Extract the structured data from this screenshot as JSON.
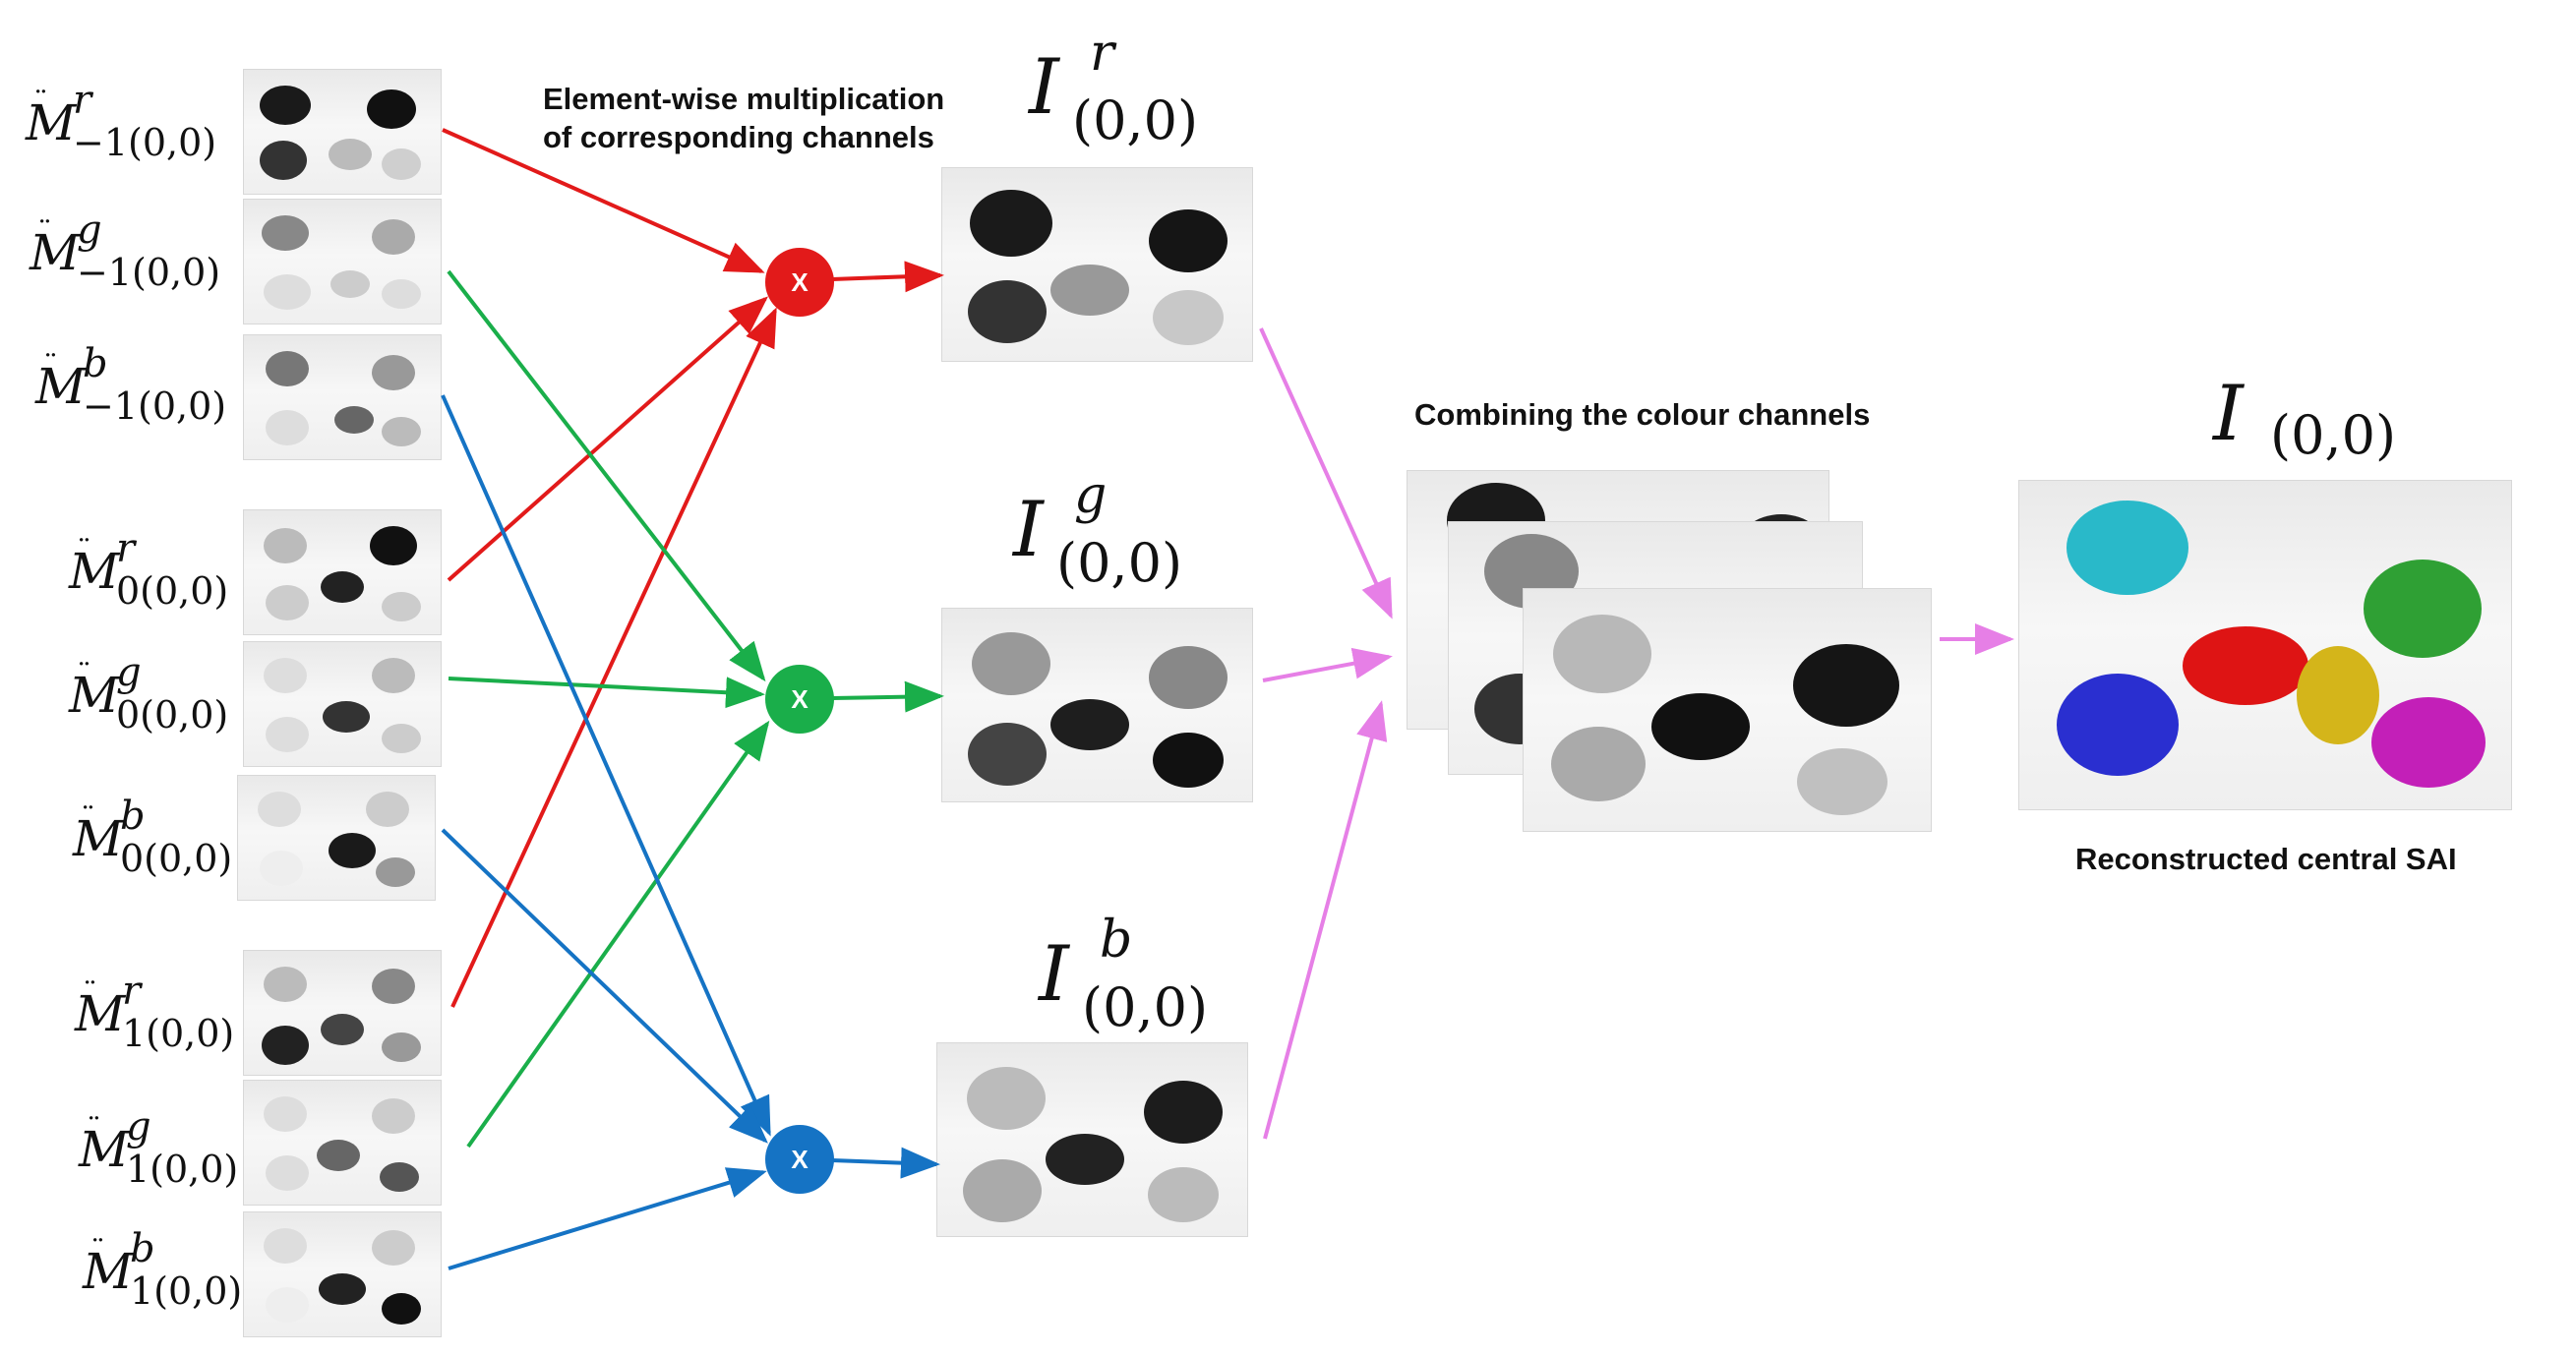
{
  "captions": {
    "multiply": [
      "Element-wise multiplication",
      "of corresponding channels"
    ],
    "combine": "Combining the colour channels",
    "result": "Reconstructed central SAI"
  },
  "masks": [
    {
      "base": "M",
      "sup": "r",
      "sub": "−1(0,0)"
    },
    {
      "base": "M",
      "sup": "g",
      "sub": "−1(0,0)"
    },
    {
      "base": "M",
      "sup": "b",
      "sub": "−1(0,0)"
    },
    {
      "base": "M",
      "sup": "r",
      "sub": "0(0,0)"
    },
    {
      "base": "M",
      "sup": "g",
      "sub": "0(0,0)"
    },
    {
      "base": "M",
      "sup": "b",
      "sub": "0(0,0)"
    },
    {
      "base": "M",
      "sup": "r",
      "sub": "1(0,0)"
    },
    {
      "base": "M",
      "sup": "g",
      "sub": "1(0,0)"
    },
    {
      "base": "M",
      "sup": "b",
      "sub": "1(0,0)"
    }
  ],
  "mask_diacritic": "¨",
  "operators": [
    {
      "symbol": "X",
      "color": "#e21a1a"
    },
    {
      "symbol": "X",
      "color": "#1aae4a"
    },
    {
      "symbol": "X",
      "color": "#1573c4"
    }
  ],
  "channel_images": [
    {
      "base": "I",
      "sup": "r",
      "sub": "(0,0)"
    },
    {
      "base": "I",
      "sup": "g",
      "sub": "(0,0)"
    },
    {
      "base": "I",
      "sup": "b",
      "sub": "(0,0)"
    }
  ],
  "result_image": {
    "base": "I",
    "sub": "(0,0)"
  },
  "colors": {
    "red_line": "#e21a1a",
    "green_line": "#1aae4a",
    "blue_line": "#1573c4",
    "magenta_line": "#e67fe6",
    "bunny_colors": [
      "#29b9c9",
      "#2fa034",
      "#2a2fd0",
      "#de1414",
      "#d4b51a",
      "#c31fb8"
    ]
  }
}
